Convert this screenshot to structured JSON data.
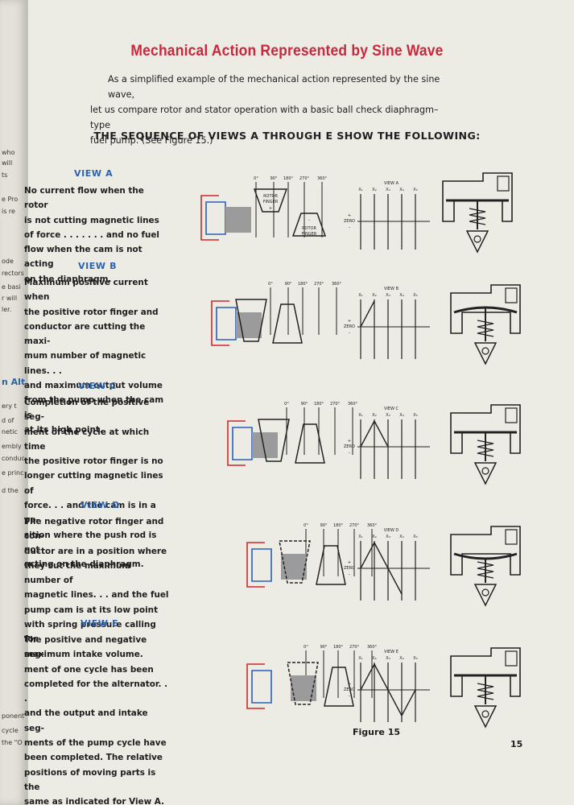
{
  "title": "Mechanical Action Represented by Sine Wave",
  "intro": [
    "As a simplified example of the mechanical action represented by the sine wave,",
    "let us compare rotor and stator operation with a basic ball check diaphragm–type",
    "fuel pump. (See Figure 15.)"
  ],
  "sequence_heading": "THE SEQUENCE OF VIEWS A THROUGH E SHOW THE FOLLOWING:",
  "views": [
    {
      "heading": "VIEW A",
      "lines": [
        "No current flow when the rotor",
        "is not cutting magnetic lines",
        "of force . . . . . . . and no fuel",
        "flow when the cam is not acting",
        "on the diaphragm."
      ]
    },
    {
      "heading": "VIEW B",
      "lines": [
        "Maximum positive current when",
        "the positive rotor finger and",
        "conductor are cutting the maxi-",
        "mum number of magnetic lines. . .",
        "and maximum output volume",
        "from the pump when the cam is",
        "at its high point."
      ]
    },
    {
      "heading": "VIEW C",
      "lines": [
        "Completion of the positive seg-",
        "ment of the cycle at which time",
        "the positive rotor finger is no",
        "longer cutting magnetic lines of",
        "force. . . and the cam is in a po-",
        "sition where the push rod is not",
        "acting on the diaphragm."
      ]
    },
    {
      "heading": "VIEW D",
      "lines": [
        "The negative rotor finger and con-",
        "ductor are in a position where",
        "they cut the maximum number of",
        "magnetic lines. . . and the fuel",
        "pump cam is at its low point",
        "with spring pressure calling for",
        "maximum intake volume."
      ]
    },
    {
      "heading": "VIEW E",
      "lines": [
        "The positive and negative seg-",
        "ment of one cycle has been",
        "completed for the alternator. . .",
        "and the output and intake seg-",
        "ments of the pump cycle have",
        "been completed. The relative",
        "positions of moving parts is the",
        "same as indicated for View A."
      ]
    }
  ],
  "figure": {
    "degree_ticks": [
      "0°",
      "90°",
      "180°",
      "270°",
      "360°"
    ],
    "x_ticks": [
      "X₁",
      "X₂",
      "X₃",
      "X₄",
      "X₅"
    ],
    "wave_titles": [
      "VIEW A",
      "VIEW B",
      "VIEW C",
      "VIEW D",
      "VIEW E"
    ],
    "zero_label": "ZERO",
    "plus": "+",
    "minus": "–",
    "rotor_label_1": "ROTOR",
    "rotor_label_2": "FINGER",
    "caption": "Figure 15"
  },
  "page_number": "15",
  "prev_page_fragments": [
    "who",
    "will",
    "ts",
    "e Pro",
    "is re",
    "ode",
    "rectors",
    "e basi",
    "r will ",
    "ler.",
    "n Alt",
    "ery t",
    "d of",
    "netic",
    "embly",
    "conduc",
    "e princ",
    "d the",
    "ponent",
    "cycle",
    "the \"O"
  ],
  "colors": {
    "title": "#c8283c",
    "view_heading": "#2d62b0",
    "stator_red": "#cc2b2b",
    "stator_blue": "#2b5fb8",
    "magnet_gray": "#9b9b9b"
  }
}
